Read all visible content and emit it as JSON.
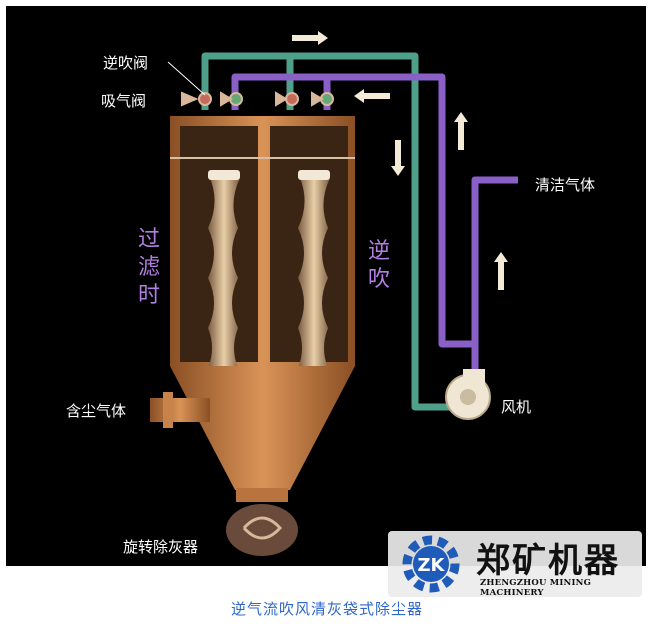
{
  "labels": {
    "reverse_valve": "逆吹阀",
    "suction_valve": "吸气阀",
    "clean_gas": "清洁气体",
    "filtering": "过滤时",
    "reverse_blow": "逆吹",
    "dusty_gas": "含尘气体",
    "fan": "风机",
    "rotary_unloader": "旋转除灰器"
  },
  "brand": {
    "name": "郑矿机器",
    "subtitle": "ZHENGZHOU MINING MACHINERY",
    "logo_text": "ZK"
  },
  "caption": "逆气流吹风清灰袋式除尘器",
  "colors": {
    "background": "#000000",
    "green_pipe": "#4fa08a",
    "purple_pipe": "#8a5fc8",
    "housing": "#c8834a",
    "arrow": "#f3ead8",
    "caption": "#2f67c8",
    "logo_blue": "#1f5bb8"
  },
  "icons": [
    "flow-arrow-right",
    "flow-arrow-left",
    "flow-arrow-down",
    "flow-arrow-up",
    "fan-icon",
    "gear-logo-icon"
  ]
}
